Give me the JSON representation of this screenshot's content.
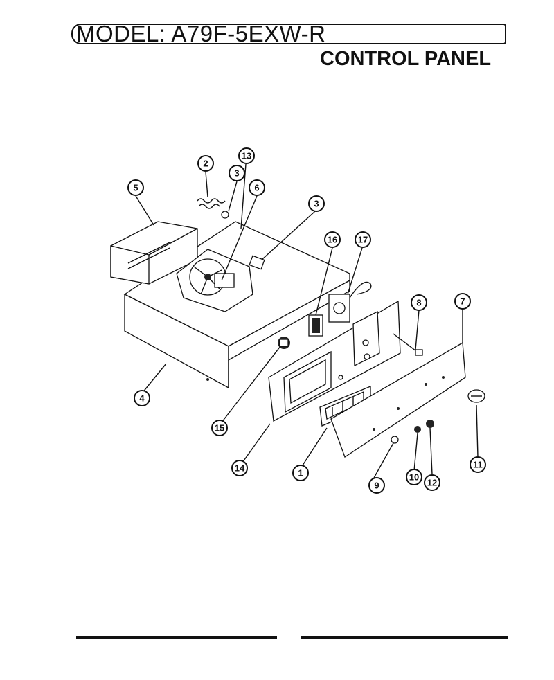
{
  "header": {
    "model": "MODEL: A79F-5EXW-R",
    "section": "CONTROL PANEL"
  },
  "callouts": {
    "c1": "1",
    "c2": "2",
    "c3a": "3",
    "c3b": "3",
    "c4": "4",
    "c5": "5",
    "c6": "6",
    "c7": "7",
    "c8": "8",
    "c9": "9",
    "c10": "10",
    "c11": "11",
    "c12": "12",
    "c13": "13",
    "c14": "14",
    "c15": "15",
    "c16": "16",
    "c17": "17"
  }
}
